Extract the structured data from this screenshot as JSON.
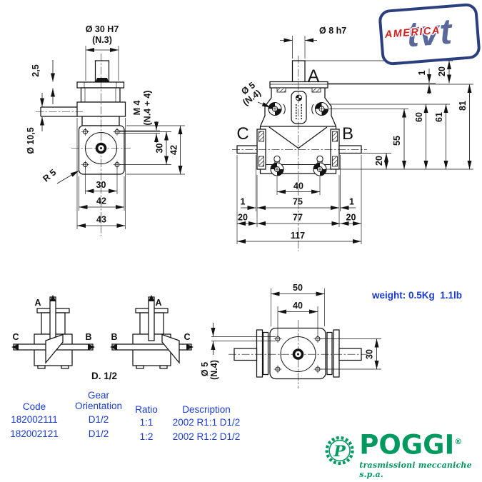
{
  "side": {
    "dia_top": "Ø 30 H7",
    "dia_top_note": "(N.3)",
    "t25": "2,5",
    "dia_left": "Ø 10,5",
    "m4": "M 4",
    "m4_note": "(N.4 + 4)",
    "v30": "30",
    "v42": "42",
    "r5": "R 5",
    "h30": "30",
    "h42": "42",
    "h43": "43"
  },
  "front": {
    "label_a": "A",
    "label_b": "B",
    "label_c": "C",
    "dia_shaft": "Ø 8 h7",
    "dia_hole": "Ø 5",
    "dia_hole_note": "(N.4)",
    "top_1": "1",
    "top_20": "20",
    "r20": "20",
    "r55": "55",
    "r60": "60",
    "r61": "61",
    "r81": "81",
    "b40": "40",
    "b1l": "1",
    "b75": "75",
    "b1r": "1",
    "b20l": "20",
    "b77": "77",
    "b20r": "20",
    "b117": "117"
  },
  "bottom": {
    "t50": "50",
    "t40": "40",
    "r30": "30",
    "dia_hole": "Ø 5",
    "dia_hole_note": "(N.4)"
  },
  "orient": {
    "d1_a": "A",
    "d1_left": "C",
    "d1_right": "B",
    "d2_a": "A",
    "d2_left": "B",
    "d2_right": "C",
    "caption": "D. 1/2"
  },
  "weight_label": "weight: 0.5Kg  1.1lb",
  "table": {
    "columns": [
      {
        "header": "Code",
        "rows": [
          "182002111",
          "182002121"
        ]
      },
      {
        "header": "Gear",
        "header2": "Orientation",
        "rows": [
          "D1/2",
          "D1/2"
        ]
      },
      {
        "header": "Ratio",
        "rows": [
          "1:1",
          "1:2"
        ]
      },
      {
        "header": "Description",
        "rows": [
          "2002 R1:1 D1/2",
          "2002 R1:2 D1/2"
        ]
      }
    ]
  },
  "brand": {
    "tvt": {
      "name": "tvt",
      "region": "AMERICA"
    },
    "poggi": {
      "name": "POGGI",
      "reg": "®",
      "monogram": "P",
      "tagline": "trasmissioni meccaniche s.p.a."
    }
  },
  "colors": {
    "blue": "#1a3cd1",
    "green": "#009a61",
    "tvt_blue": "#5a679b",
    "tvt_border": "#2b3f7e",
    "tvt_red": "#d21f1f",
    "ink": "#121212"
  }
}
